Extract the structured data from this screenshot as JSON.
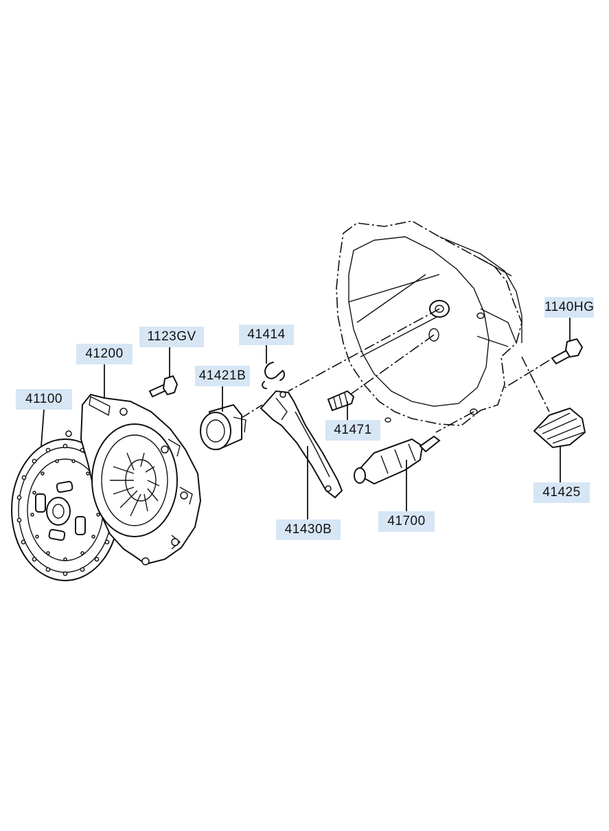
{
  "theme": {
    "label_bg": "#d6e6f5",
    "line_color": "#111111",
    "background": "#ffffff"
  },
  "parts": [
    {
      "id": "p41100",
      "number": "41100",
      "name": "clutch-disc"
    },
    {
      "id": "p41200",
      "number": "41200",
      "name": "clutch-cover"
    },
    {
      "id": "p1123GV",
      "number": "1123GV",
      "name": "cover-bolt"
    },
    {
      "id": "p41421B",
      "number": "41421B",
      "name": "release-bearing"
    },
    {
      "id": "p41414",
      "number": "41414",
      "name": "retainer-clip"
    },
    {
      "id": "p41430B",
      "number": "41430B",
      "name": "release-fork"
    },
    {
      "id": "p41471",
      "number": "41471",
      "name": "fork-pivot-bolt"
    },
    {
      "id": "p41700",
      "number": "41700",
      "name": "release-cylinder"
    },
    {
      "id": "p1140HG",
      "number": "1140HG",
      "name": "housing-bolt"
    },
    {
      "id": "p41425",
      "number": "41425",
      "name": "dust-boot"
    }
  ]
}
